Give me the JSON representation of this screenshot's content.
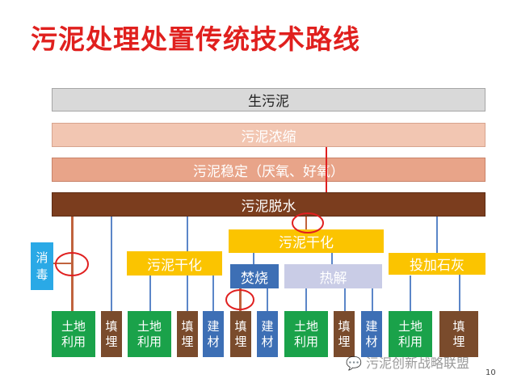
{
  "title": "污泥处理处置传统技术路线",
  "stages": {
    "raw": "生污泥",
    "thicken": "污泥浓缩",
    "stabilize": "污泥稳定（厌氧、好氧）",
    "dewater": "污泥脱水"
  },
  "branches": {
    "disinfect": "消\n毒",
    "dry_left": "污泥干化",
    "dry_center": "污泥干化",
    "incinerate": "焚烧",
    "pyrolysis": "热解",
    "lime": "投加石灰"
  },
  "outcomes": [
    {
      "label": "土地\n利用",
      "color": "#1aa24a"
    },
    {
      "label": "填\n埋",
      "color": "#7a4b2c"
    },
    {
      "label": "土地\n利用",
      "color": "#1aa24a"
    },
    {
      "label": "填\n埋",
      "color": "#7a4b2c"
    },
    {
      "label": "建\n材",
      "color": "#3d6fb5"
    },
    {
      "label": "填\n埋",
      "color": "#7a4b2c"
    },
    {
      "label": "建\n材",
      "color": "#3d6fb5"
    },
    {
      "label": "土地\n利用",
      "color": "#1aa24a"
    },
    {
      "label": "填\n埋",
      "color": "#7a4b2c"
    },
    {
      "label": "建\n材",
      "color": "#3d6fb5"
    },
    {
      "label": "土地\n利用",
      "color": "#1aa24a"
    },
    {
      "label": "填\n埋",
      "color": "#7a4b2c"
    }
  ],
  "watermark": "污泥创新战略联盟",
  "page_number": "10",
  "colors": {
    "title": "#e0201e",
    "raw": "#d9d9d9",
    "thicken": "#f2c6b2",
    "stabilize": "#e8a489",
    "dewater": "#7b3d1e",
    "disinfect": "#2aa9e6",
    "dry": "#fbc400",
    "incinerate": "#3d6fb5",
    "pyrolysis": "#c9cce6",
    "land": "#1aa24a",
    "landfill": "#7a4b2c",
    "building": "#3d6fb5",
    "connector": "#5b86c8",
    "highlight": "#e02020"
  }
}
